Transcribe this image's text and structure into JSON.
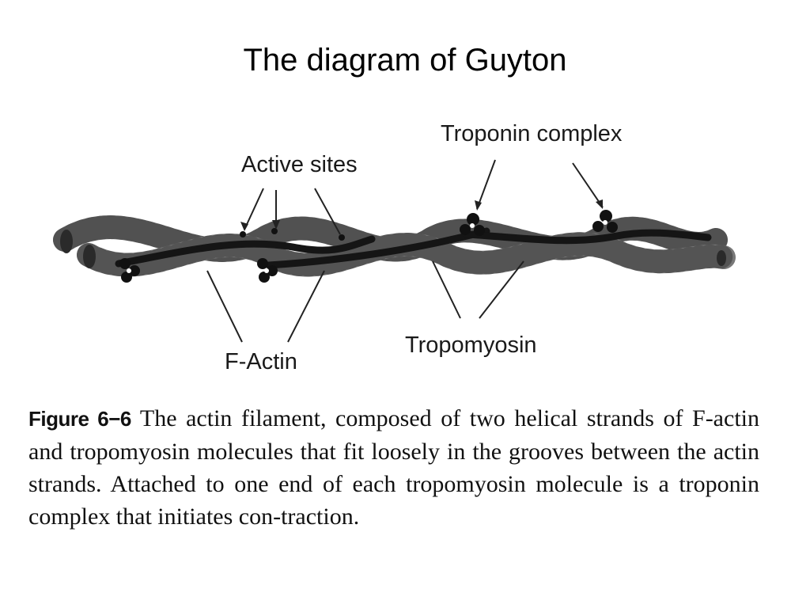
{
  "slide": {
    "title": "The diagram of Guyton"
  },
  "labels": {
    "active_sites": "Active sites",
    "troponin_complex": "Troponin complex",
    "f_actin": "F-Actin",
    "tropomyosin": "Tropomyosin"
  },
  "caption": {
    "figure_label": "Figure 6−6",
    "text": "The actin filament, composed of two helical strands of F-actin and tropomyosin molecules that fit loosely in the grooves between the actin strands. Attached to one end of each tropomyosin molecule is a troponin complex that initiates con-traction."
  },
  "colors": {
    "strand": "#6e6e6e",
    "strand_dark": "#3a3a3a",
    "tropomyosin": "#151515",
    "line": "#222222"
  }
}
